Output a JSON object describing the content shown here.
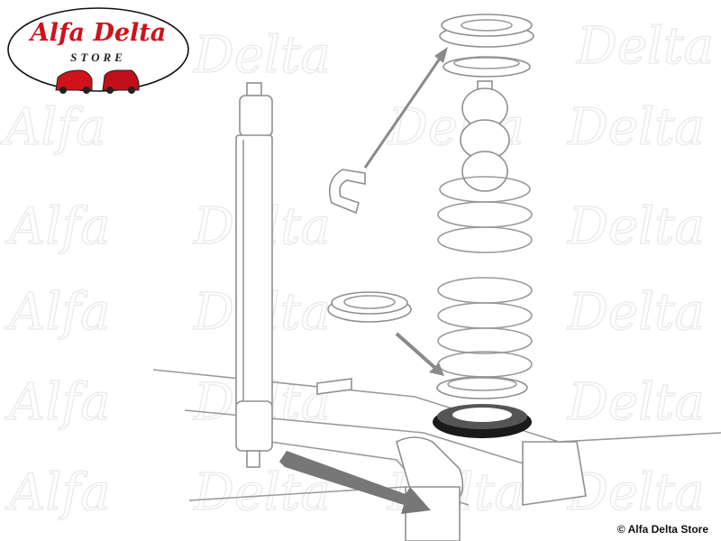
{
  "logo": {
    "brand": "Alfa Delta",
    "sub": "STORE"
  },
  "watermark": {
    "text_left": "Alfa",
    "text_right": "Delta"
  },
  "copyright": "© Alfa Delta Store",
  "colors": {
    "brand_red": "#d0121b",
    "line_gray": "#9a9a9a",
    "arrow_gray": "#8a8a8a",
    "pad_black": "#1a1a1a"
  }
}
